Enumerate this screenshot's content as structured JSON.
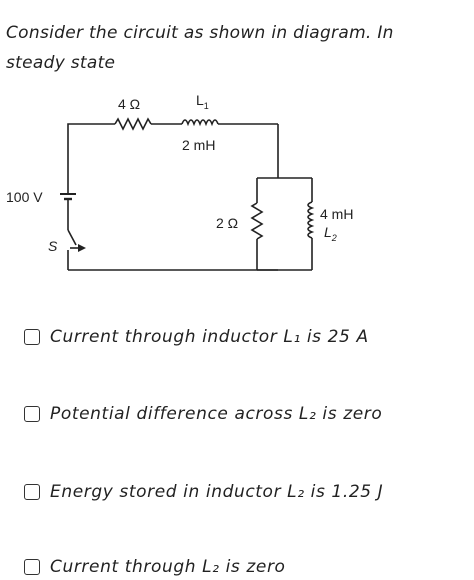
{
  "question": {
    "line1": "Consider the circuit as shown in diagram. In",
    "line2": "steady state"
  },
  "circuit": {
    "r1_label": "4 Ω",
    "l1_label": "L",
    "l1_sub": "1",
    "l1_value": "2 mH",
    "battery_label": "100 V",
    "switch_label": "S",
    "r2_label": "2 Ω",
    "l2_value": "4 mH",
    "l2_label": "L",
    "l2_sub": "2"
  },
  "options": [
    {
      "label": "Current through inductor L₁ is 25 A",
      "checked": false
    },
    {
      "label": "Potential difference across L₂ is zero",
      "checked": false
    },
    {
      "label": "Energy stored in inductor L₂ is 1.25 J",
      "checked": false
    },
    {
      "label": "Current through L₂ is zero",
      "checked": false
    }
  ]
}
